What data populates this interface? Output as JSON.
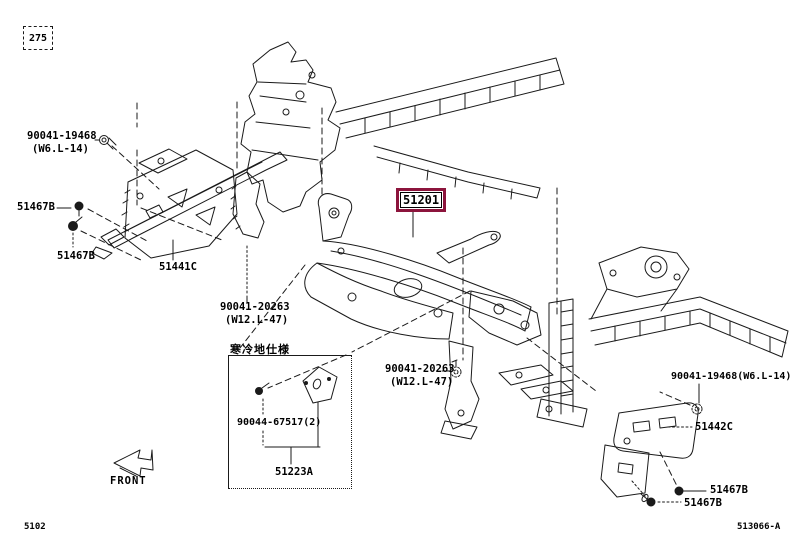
{
  "stamp": {
    "text": "275"
  },
  "highlighted_part": {
    "number": "51201"
  },
  "callouts": {
    "bolt_front_left": {
      "number": "90041-19468",
      "spec": "(W6.L-14)"
    },
    "nut_left_upper": {
      "number": "51467B"
    },
    "nut_left_lower": {
      "number": "51467B"
    },
    "bracket_left": {
      "number": "51441C"
    },
    "bolt_center_left": {
      "number": "90041-20263",
      "spec": "(W12.L-47)"
    },
    "bolt_center_right": {
      "number": "90041-20263",
      "spec": "(W12.L-47)"
    },
    "bolt_rear_right": {
      "number": "90041-19468(W6.L-14)"
    },
    "bracket_right": {
      "number": "51442C"
    },
    "nut_right_upper": {
      "number": "51467B"
    },
    "nut_right_lower": {
      "number": "51467B"
    }
  },
  "cold_region_section": {
    "title": "寒冷地仕様",
    "bolt": {
      "number": "90044-67517(2)"
    },
    "part": {
      "number": "51223A"
    }
  },
  "orientation": {
    "front_label": "FRONT"
  },
  "footer": {
    "figure_code": "5102",
    "drawing_code": "513066-A"
  },
  "colors": {
    "highlight_border": "#8c143c",
    "line": "#1a1a1a"
  }
}
